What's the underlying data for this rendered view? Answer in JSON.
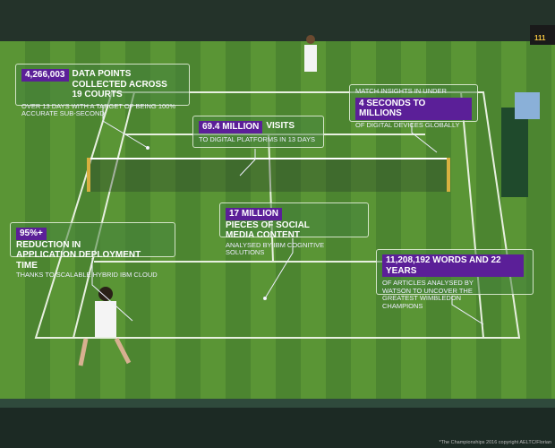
{
  "infographic": {
    "stats": [
      {
        "highlight": "4,266,003",
        "headline": "Data points collected across 19 courts",
        "detail": "Over 13 days with a target of being 100% accurate sub-second"
      },
      {
        "highlight": "69.4 Million",
        "headline": "Visits",
        "detail": "To digital platforms in 13 days"
      },
      {
        "pre": "Match insights in under",
        "highlight": "4 seconds to millions",
        "detail": "Of digital devices globally"
      },
      {
        "highlight": "95%+",
        "headline": "Reduction in application deployment time",
        "detail": "Thanks to scalable hybrid IBM Cloud"
      },
      {
        "highlight": "17 Million",
        "headline": "Pieces of social media content",
        "detail": "Analysed by IBM cognitive solutions"
      },
      {
        "highlight": "11,208,192 words and 22 years",
        "detail": "Of articles analysed by Watson to uncover the greatest Wimbledon champions"
      }
    ],
    "scoreboard": "111",
    "credit": "*The Championships 2016 copyright AELTC/Florian",
    "colors": {
      "grass": "#4f8a2e",
      "badge": "#5b1f98",
      "box_border": "#ebf5e1"
    }
  }
}
